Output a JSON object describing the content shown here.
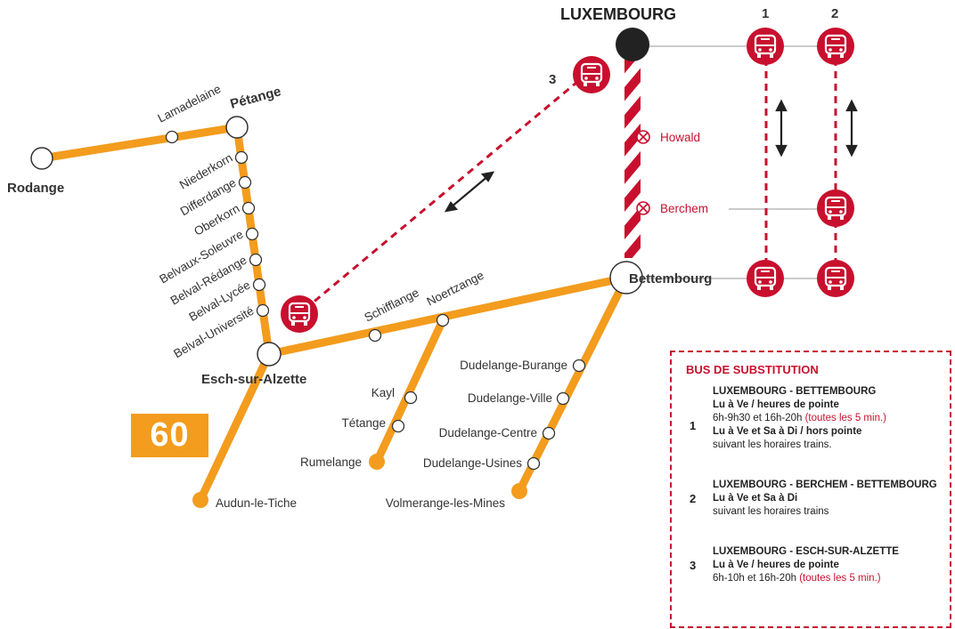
{
  "cities": {
    "luxembourg": "LUXEMBOURG",
    "petange": "Pétange",
    "rodange": "Rodange",
    "esch": "Esch-sur-Alzette",
    "bettembourg": "Bettembourg"
  },
  "stations": {
    "lamadelaine": "Lamadelaine",
    "niederkorn": "Niederkorn",
    "differdange": "Differdange",
    "oberkorn": "Oberkorn",
    "belvaux": "Belvaux-Soleuvre",
    "belval_redange": "Belval-Rédange",
    "belval_lycee": "Belval-Lycée",
    "belval_universite": "Belval-Université",
    "schifflange": "Schifflange",
    "noertzange": "Noertzange",
    "kayl": "Kayl",
    "tetange": "Tétange",
    "rumelange": "Rumelange",
    "audun": "Audun-le-Tiche",
    "dud_burange": "Dudelange-Burange",
    "dud_ville": "Dudelange-Ville",
    "dud_centre": "Dudelange-Centre",
    "dud_usines": "Dudelange-Usines",
    "volmerange": "Volmerange-les-Mines",
    "howald": "Howald",
    "berchem": "Berchem"
  },
  "bus_numbers": {
    "one": "1",
    "two": "2",
    "three": "3"
  },
  "line_badge": "60",
  "legend": {
    "title": "BUS DE SUBSTITUTION",
    "entries": [
      {
        "num": "1",
        "route": "LUXEMBOURG - BETTEMBOURG",
        "line1_bold": "Lu à Ve / heures de pointe",
        "line1_time": "6h-9h30 et 16h-20h",
        "line1_freq": "(toutes les 5 min.)",
        "line2_bold": "Lu à Ve et Sa à Di / hors pointe",
        "line2_text": "suivant les horaires trains."
      },
      {
        "num": "2",
        "route": "LUXEMBOURG  - BERCHEM - BETTEMBOURG",
        "line1_bold": "Lu à Ve et Sa à Di",
        "line1_text": "suivant les horaires trains"
      },
      {
        "num": "3",
        "route": "LUXEMBOURG - ESCH-SUR-ALZETTE",
        "line1_bold": "Lu à Ve / heures de pointe",
        "line1_time": "6h-10h et 16h-20h",
        "line1_freq": "(toutes les 5 min.)"
      }
    ]
  },
  "colors": {
    "rail": "#f39c1e",
    "accent": "#c8102e",
    "connector": "#aaaaaa"
  },
  "icons": [
    "bus-icon",
    "closed-station-icon",
    "double-arrow-icon"
  ]
}
